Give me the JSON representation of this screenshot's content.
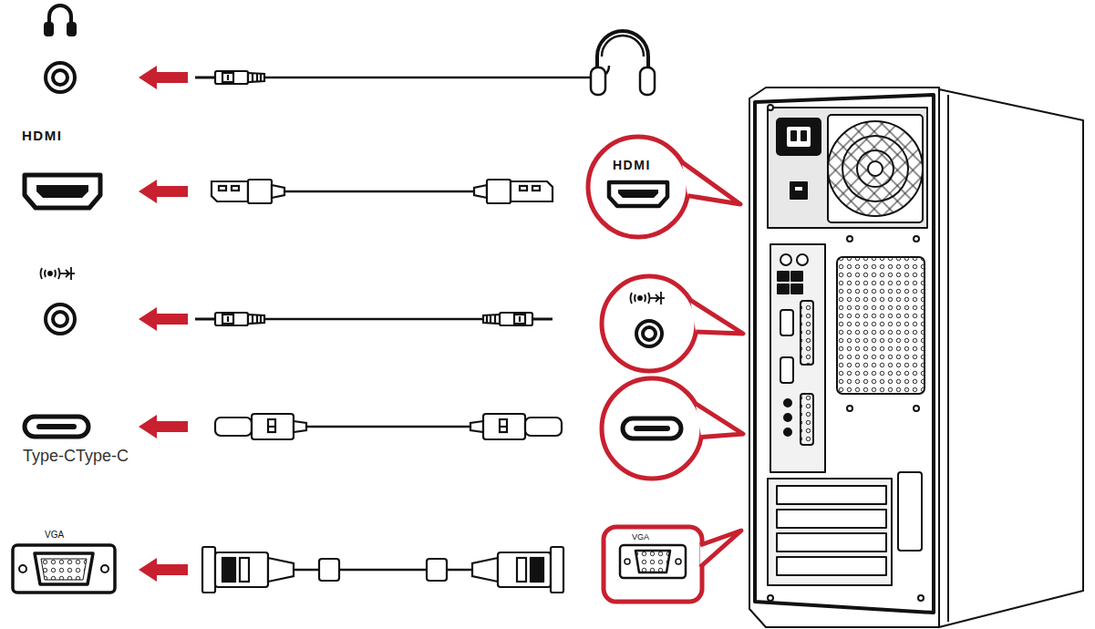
{
  "diagram": {
    "labels": [
      "HDMI",
      "HDMI",
      "Type-CType-C",
      "VGA",
      "VGA"
    ]
  }
}
